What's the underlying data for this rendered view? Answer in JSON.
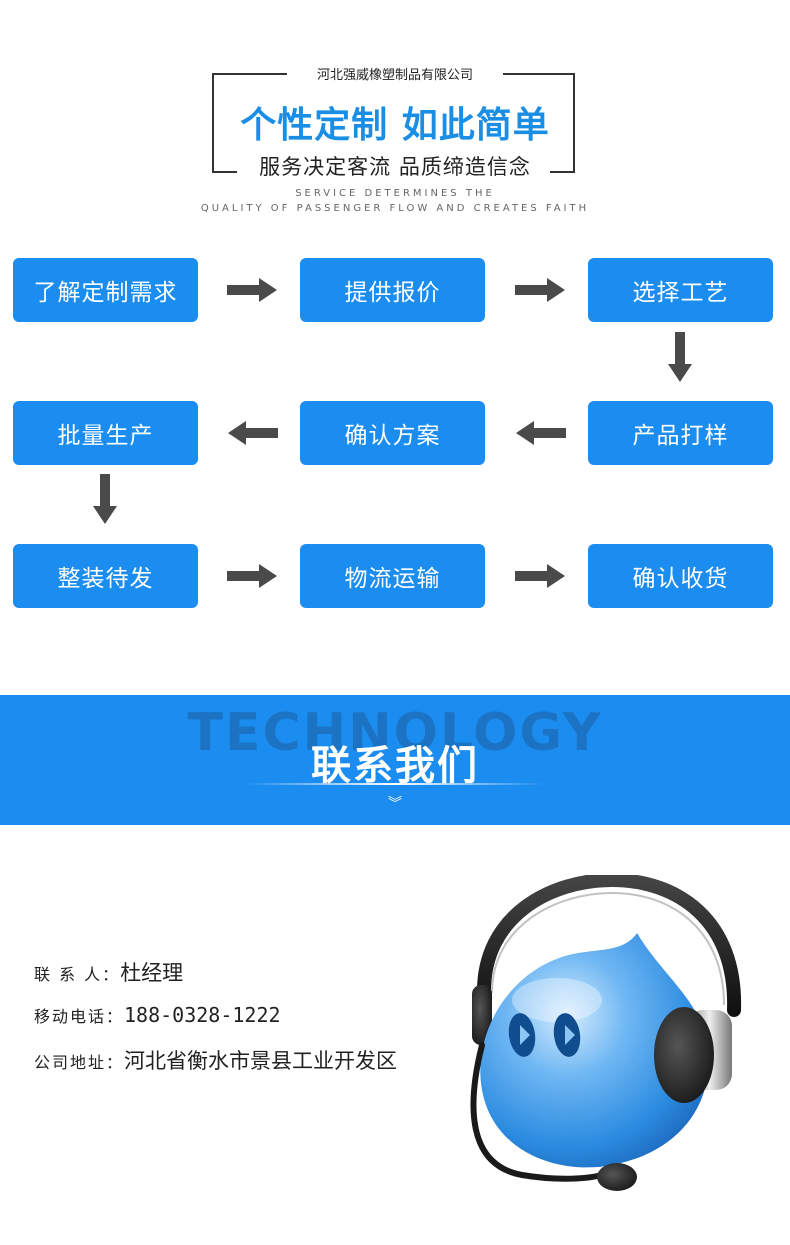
{
  "header": {
    "company": "河北强威橡塑制品有限公司",
    "slogan": "个性定制 如此简单",
    "subslogan": "服务决定客流 品质缔造信念",
    "english_line1": "SERVICE DETERMINES THE",
    "english_line2": "QUALITY OF PASSENGER FLOW AND CREATES FAITH",
    "accent_color": "#1a8de4"
  },
  "flow": {
    "row1": [
      "了解定制需求",
      "提供报价",
      "选择工艺"
    ],
    "row2": [
      "批量生产",
      "确认方案",
      "产品打样"
    ],
    "row3": [
      "整装待发",
      "物流运输",
      "确认收货"
    ],
    "box_color": "#1b8cf0",
    "arrow_color": "#4a4a4a"
  },
  "banner": {
    "background_word": "TECHNOLOGY",
    "title": "联系我们",
    "chevron": "︾"
  },
  "contact": {
    "person_label": "联 系 人：",
    "person_value": "杜经理",
    "phone_label": "移动电话：",
    "phone_value": "188-0328-1222",
    "address_label": "公司地址：",
    "address_value": "河北省衡水市景县工业开发区"
  }
}
